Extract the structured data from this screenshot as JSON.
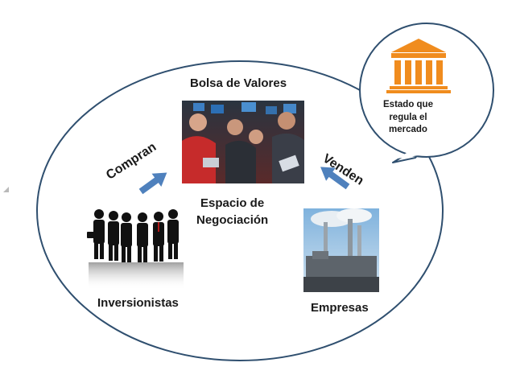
{
  "labels": {
    "bolsa": "Bolsa de Valores",
    "espacio_line1": "Espacio de",
    "espacio_line2": "Negociación",
    "inversionistas": "Inversionistas",
    "empresas": "Empresas",
    "estado_line1": "Estado que",
    "estado_line2": "regula el",
    "estado_line3": "mercado",
    "compran": "Compran",
    "venden": "Venden"
  },
  "icons": {
    "government": "government-building-icon",
    "arrow": "arrow-icon"
  },
  "colors": {
    "ellipse_stroke": "#2f4f6f",
    "arrow_fill": "#4f81bd",
    "building_orange": "#f08c1e"
  }
}
